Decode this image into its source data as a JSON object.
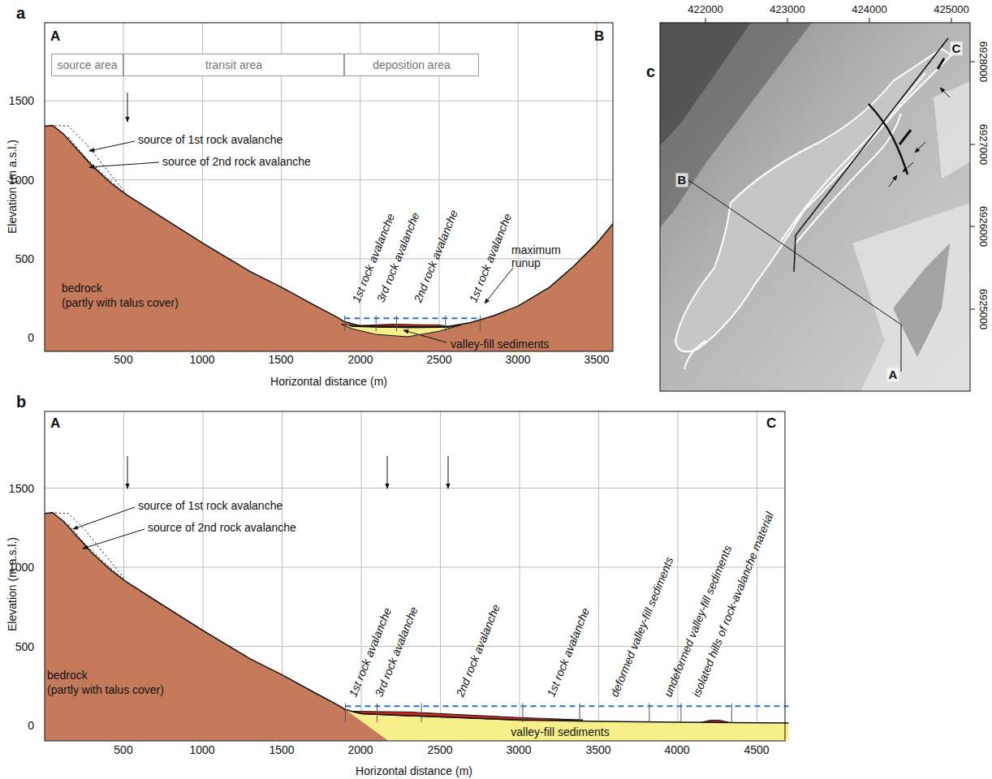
{
  "diagram": {
    "nodes": [
      {
        "text": [
          "source area"
        ]
      },
      {
        "text": [
          "transit area"
        ]
      },
      {
        "text": [
          "deposition area"
        ]
      }
    ],
    "labels": [
      "a",
      "A",
      "B",
      "1500",
      "1000",
      "500",
      "0",
      "500",
      "1000",
      "1500",
      "2000",
      "2500",
      "3000",
      "3500",
      "Horizontal distance (m)",
      "Elevation (m a.s.l.)",
      "source of 1st rock avalanche",
      "source of 2nd rock avalanche",
      "bedrock",
      "(partly with talus cover)",
      "1st rock avalanche",
      "3rd rock avalanche",
      "2nd rock avalanche",
      "1st rock avalanche",
      "maximum runup",
      "valley-fill sediments",
      "b",
      "A",
      "C",
      "1500",
      "1000",
      "500",
      "0",
      "500",
      "1000",
      "1500",
      "2000",
      "2500",
      "3000",
      "3500",
      "4000",
      "4500",
      "Horizontal distance (m)",
      "Elevation (m a.s.l.)",
      "source of 1st rock avalanche",
      "source of 2nd rock avalanche",
      "bedrock",
      "(partly with talus cover)",
      "1st rock avalanche",
      "3rd rock avalanche",
      "2nd rock avalanche",
      "1st rock avalanche",
      "deformed valley-fill sediments",
      "undeformed valley-fill sediments",
      "isolated hills of rock-avalanche material",
      "valley-fill sediments",
      "c",
      "422000",
      "423000",
      "424000",
      "425000",
      "6928000",
      "6927000",
      "6926000",
      "6925000",
      "B",
      "C",
      "A"
    ]
  }
}
